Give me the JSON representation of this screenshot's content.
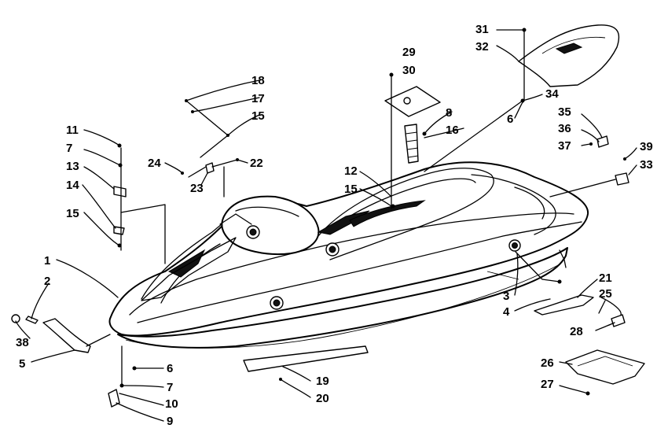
{
  "diagram": {
    "labels": [
      "1",
      "2",
      "3",
      "4",
      "5",
      "6",
      "7",
      "8",
      "9",
      "10",
      "11",
      "12",
      "13",
      "14",
      "15",
      "16",
      "17",
      "18",
      "19",
      "20",
      "21",
      "22",
      "23",
      "24",
      "25",
      "26",
      "27",
      "28",
      "29",
      "30",
      "31",
      "32",
      "33",
      "34",
      "35",
      "36",
      "37",
      "38",
      "39",
      "6",
      "7",
      "15",
      "15"
    ]
  }
}
